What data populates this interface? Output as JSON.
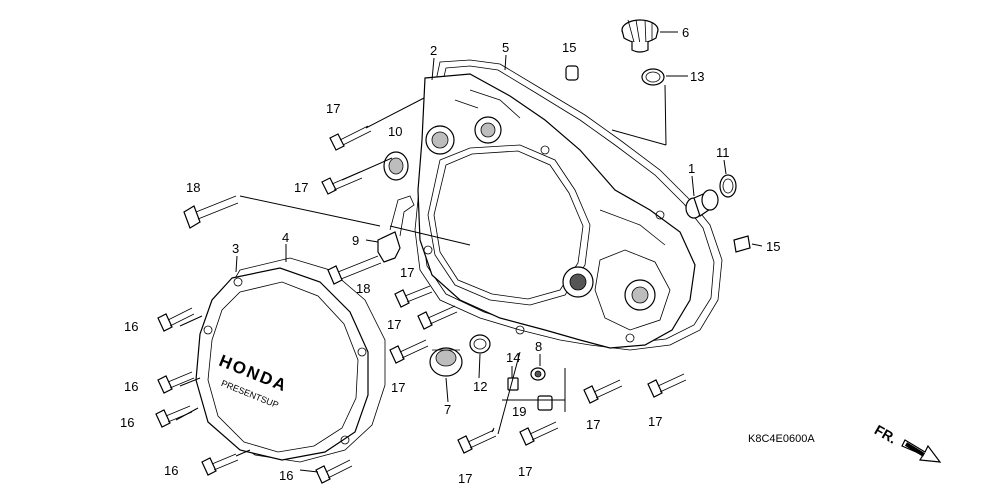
{
  "diagram": {
    "code": "K8C4E0600A",
    "fr_label": "FR.",
    "cover_brand": "HONDA",
    "cover_sub": "PRESENTSUP"
  },
  "callouts": [
    {
      "id": "c2",
      "text": "2"
    },
    {
      "id": "c5",
      "text": "5"
    },
    {
      "id": "c15a",
      "text": "15"
    },
    {
      "id": "c6",
      "text": "6"
    },
    {
      "id": "c13",
      "text": "13"
    },
    {
      "id": "c17a",
      "text": "17"
    },
    {
      "id": "c10",
      "text": "10"
    },
    {
      "id": "c17b",
      "text": "17"
    },
    {
      "id": "c18a",
      "text": "18"
    },
    {
      "id": "c1",
      "text": "1"
    },
    {
      "id": "c11",
      "text": "11"
    },
    {
      "id": "c15b",
      "text": "15"
    },
    {
      "id": "c9",
      "text": "9"
    },
    {
      "id": "c3",
      "text": "3"
    },
    {
      "id": "c4",
      "text": "4"
    },
    {
      "id": "c17c",
      "text": "17"
    },
    {
      "id": "c18b",
      "text": "18"
    },
    {
      "id": "c16a",
      "text": "16"
    },
    {
      "id": "c17d",
      "text": "17"
    },
    {
      "id": "c14",
      "text": "14"
    },
    {
      "id": "c8",
      "text": "8"
    },
    {
      "id": "c17e",
      "text": "17"
    },
    {
      "id": "c12",
      "text": "12"
    },
    {
      "id": "c7",
      "text": "7"
    },
    {
      "id": "c19",
      "text": "19"
    },
    {
      "id": "c17f",
      "text": "17"
    },
    {
      "id": "c17g",
      "text": "17"
    },
    {
      "id": "c16b",
      "text": "16"
    },
    {
      "id": "c16c",
      "text": "16"
    },
    {
      "id": "c17h",
      "text": "17"
    },
    {
      "id": "c17i",
      "text": "17"
    },
    {
      "id": "c16d",
      "text": "16"
    },
    {
      "id": "c16e",
      "text": "16"
    }
  ]
}
